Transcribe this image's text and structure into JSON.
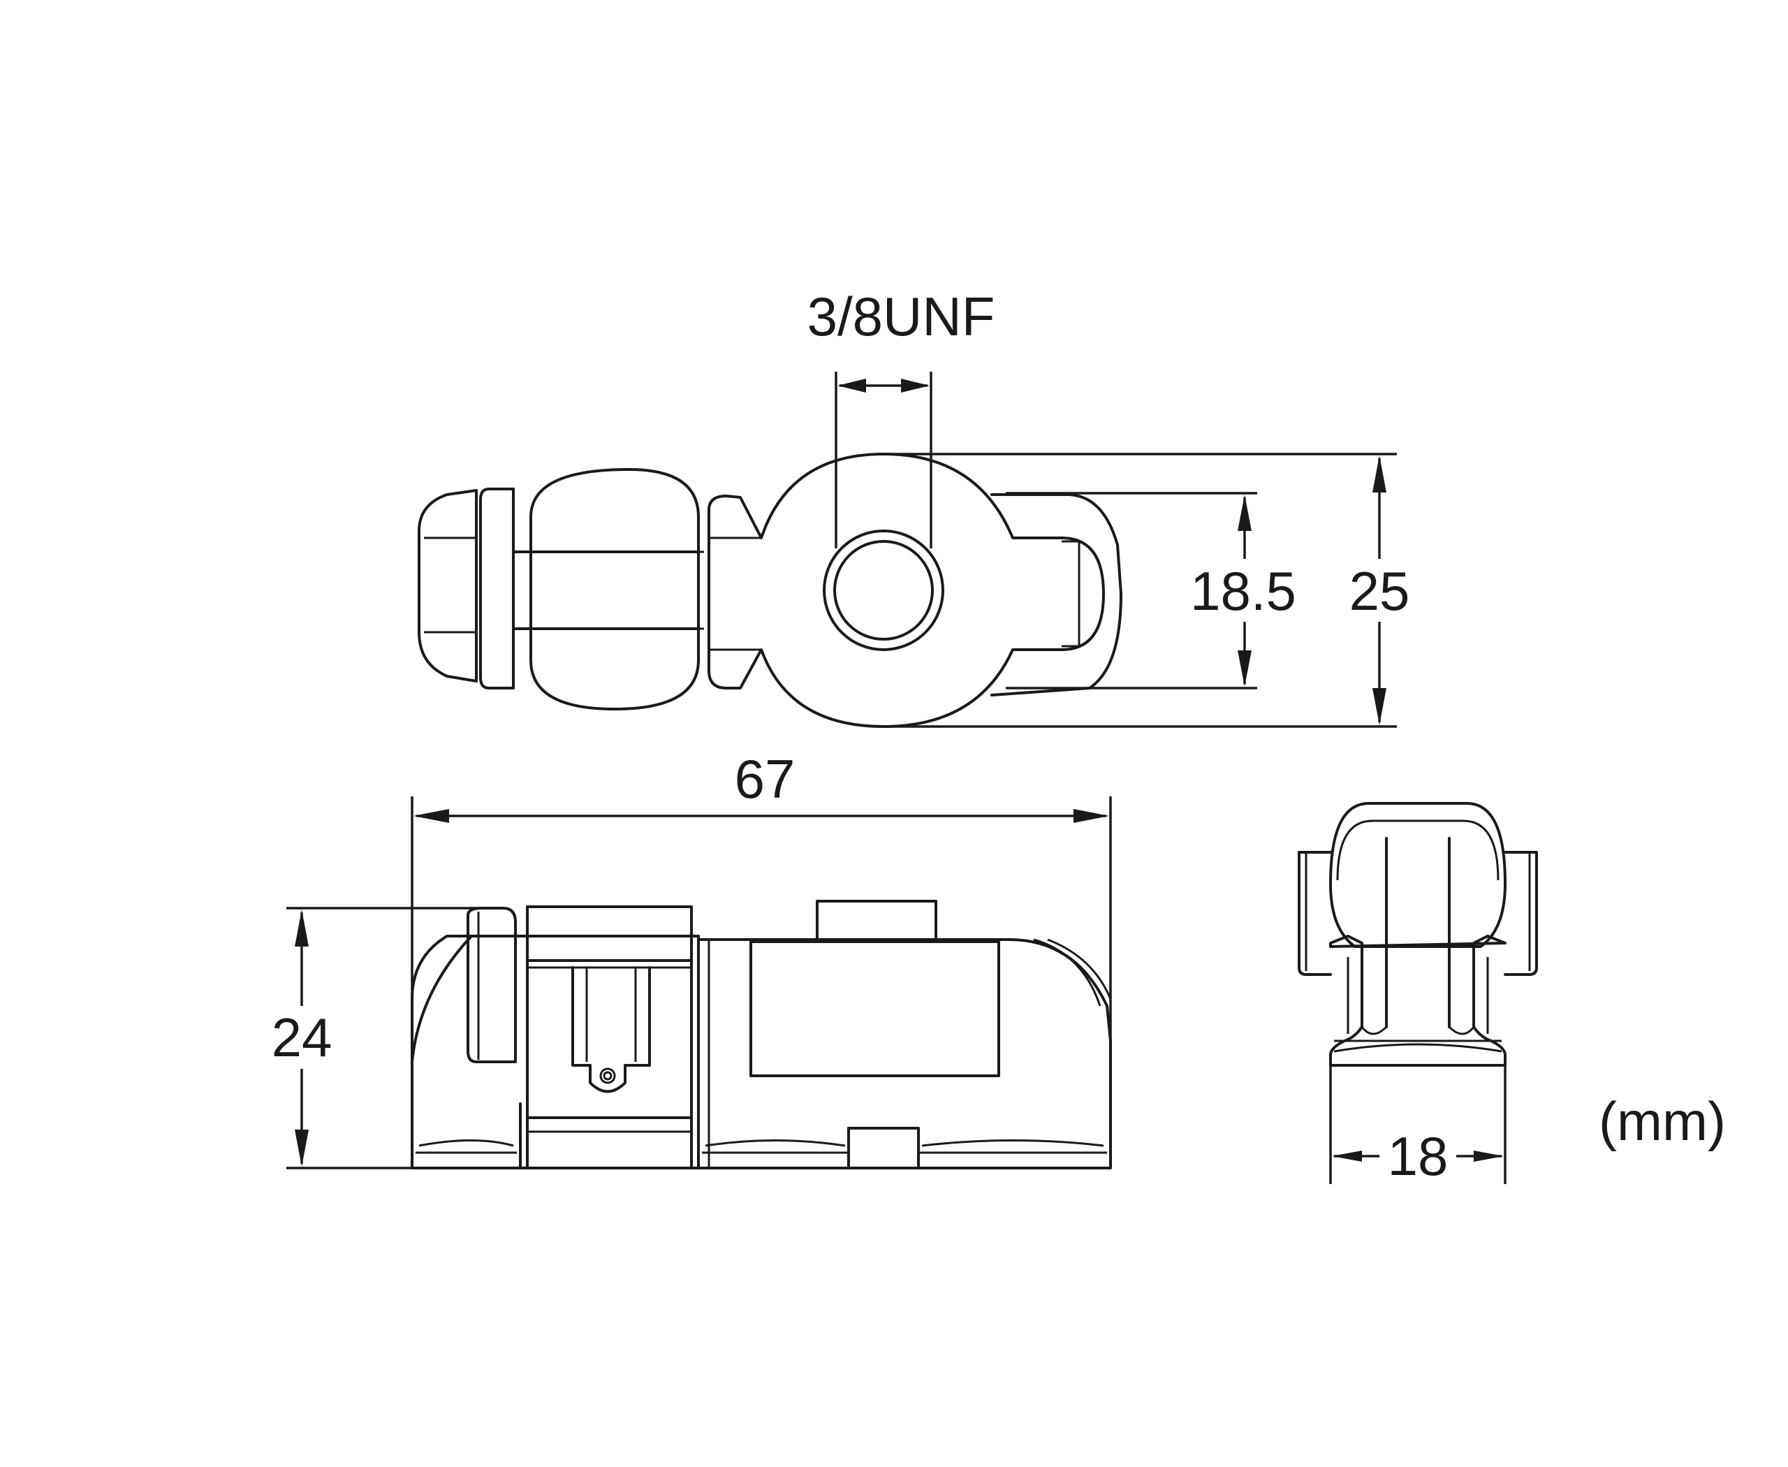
{
  "drawing": {
    "labels": {
      "thread": "3/8UNF",
      "inner_width": "18.5",
      "outer_width": "25",
      "length": "67",
      "height": "24",
      "depth": "18",
      "unit": "(mm)"
    }
  }
}
